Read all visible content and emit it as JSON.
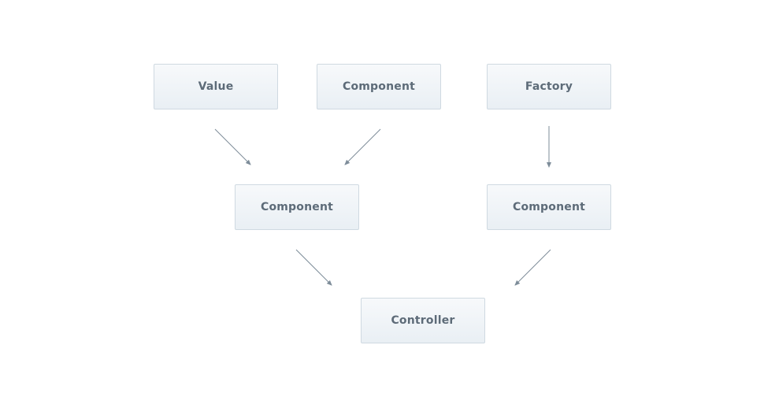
{
  "diagram": {
    "nodes": {
      "value": "Value",
      "component_top": "Component",
      "factory": "Factory",
      "component_mid_left": "Component",
      "component_mid_right": "Component",
      "controller": "Controller"
    },
    "edges": [
      {
        "from": "value",
        "to": "component_mid_left"
      },
      {
        "from": "component_top",
        "to": "component_mid_left"
      },
      {
        "from": "factory",
        "to": "component_mid_right"
      },
      {
        "from": "component_mid_left",
        "to": "controller"
      },
      {
        "from": "component_mid_right",
        "to": "controller"
      }
    ],
    "colors": {
      "node_border": "#cfd9e1",
      "node_text": "#5d6b78",
      "arrow": "#7d8c99"
    }
  }
}
